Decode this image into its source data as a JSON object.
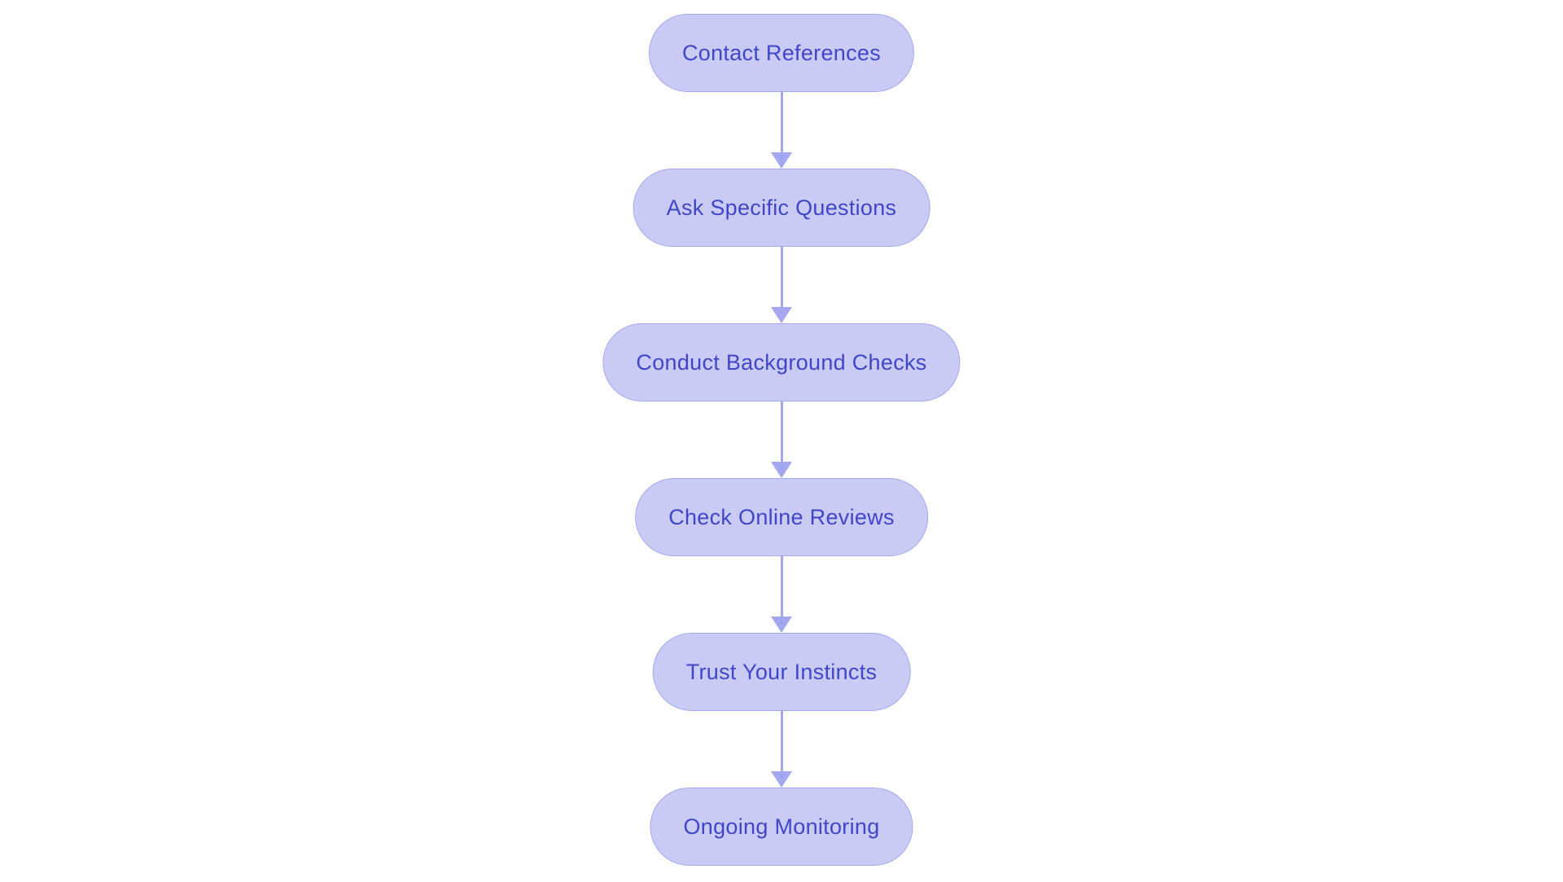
{
  "flowchart": {
    "type": "vertical-flowchart",
    "nodes": [
      {
        "id": 1,
        "label": "Contact References"
      },
      {
        "id": 2,
        "label": "Ask Specific Questions"
      },
      {
        "id": 3,
        "label": "Conduct Background Checks"
      },
      {
        "id": 4,
        "label": "Check Online Reviews"
      },
      {
        "id": 5,
        "label": "Trust Your Instincts"
      },
      {
        "id": 6,
        "label": "Ongoing Monitoring"
      }
    ],
    "edges": [
      {
        "from": 1,
        "to": 2
      },
      {
        "from": 2,
        "to": 3
      },
      {
        "from": 3,
        "to": 4
      },
      {
        "from": 4,
        "to": 5
      },
      {
        "from": 5,
        "to": 6
      }
    ],
    "colors": {
      "node_fill": "#c9cbf5",
      "node_border": "#a3a8ef",
      "arrow": "#a3a7f0",
      "text": "#4046c8",
      "background": "#ffffff"
    }
  }
}
